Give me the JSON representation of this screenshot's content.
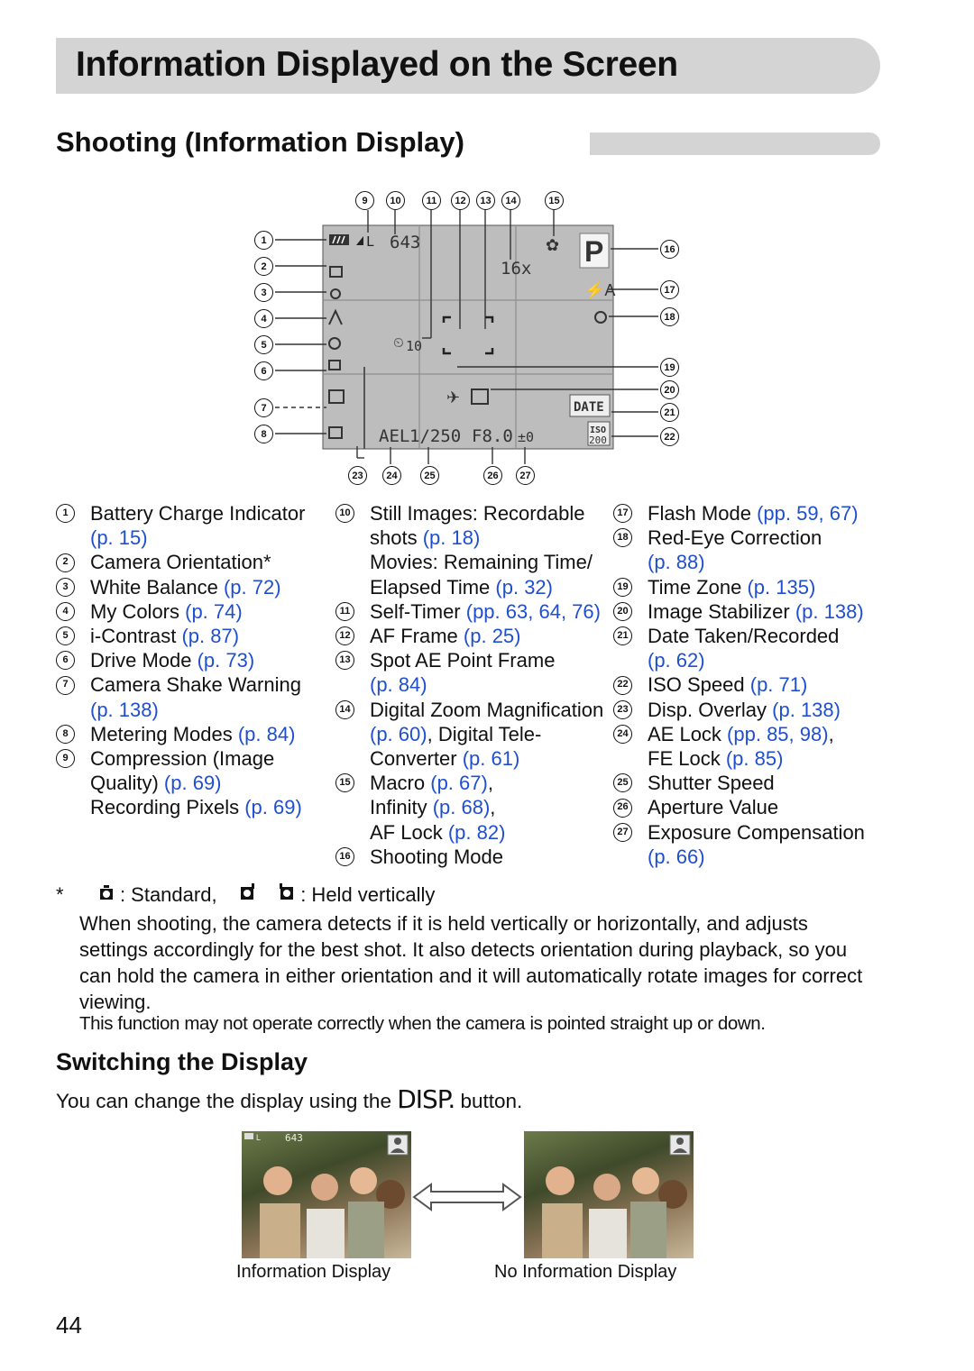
{
  "page_title": "Information Displayed on the Screen",
  "section_title": "Shooting (Information Display)",
  "diagram": {
    "top_numbers": [
      "9",
      "10",
      "11",
      "12",
      "13",
      "14",
      "15"
    ],
    "left_numbers": [
      "1",
      "2",
      "3",
      "4",
      "5",
      "6",
      "7",
      "8"
    ],
    "right_numbers": [
      "16",
      "17",
      "18",
      "19",
      "20",
      "21",
      "22"
    ],
    "bottom_numbers": [
      "23",
      "24",
      "25",
      "26",
      "27"
    ],
    "lcd": {
      "shots": "643",
      "quality": "L",
      "zoom": "16x",
      "mode": "P",
      "flash": "⚡A",
      "self_timer": "10",
      "date": "DATE",
      "iso_label": "ISO",
      "iso_value": "200",
      "ael": "AEL",
      "shutter": "1/250",
      "aperture": "F8.0",
      "exposure": "±0"
    }
  },
  "items": {
    "col1": [
      {
        "n": "1",
        "text": "Battery Charge Indicator",
        "ref": ""
      },
      {
        "n": "",
        "text": "",
        "ref": "(p. 15)"
      },
      {
        "n": "2",
        "text": "Camera Orientation*",
        "ref": ""
      },
      {
        "n": "3",
        "text": "White Balance ",
        "ref": "(p. 72)"
      },
      {
        "n": "4",
        "text": "My Colors ",
        "ref": "(p. 74)"
      },
      {
        "n": "5",
        "text": "i-Contrast ",
        "ref": "(p. 87)"
      },
      {
        "n": "6",
        "text": "Drive Mode ",
        "ref": "(p. 73)"
      },
      {
        "n": "7",
        "text": "Camera Shake Warning",
        "ref": ""
      },
      {
        "n": "",
        "text": "",
        "ref": "(p. 138)"
      },
      {
        "n": "8",
        "text": "Metering Modes ",
        "ref": "(p. 84)"
      },
      {
        "n": "9",
        "text": "Compression (Image",
        "ref": ""
      },
      {
        "n": "",
        "text": "Quality) ",
        "ref": "(p. 69)"
      },
      {
        "n": "",
        "text": "Recording Pixels ",
        "ref": "(p. 69)"
      }
    ],
    "col2": [
      {
        "n": "10",
        "text": "Still Images: Recordable",
        "ref": ""
      },
      {
        "n": "",
        "text": "shots ",
        "ref": "(p. 18)"
      },
      {
        "n": "",
        "text": "Movies: Remaining Time/",
        "ref": ""
      },
      {
        "n": "",
        "text": "Elapsed Time ",
        "ref": "(p. 32)"
      },
      {
        "n": "11",
        "text": "Self-Timer ",
        "ref": "(pp. 63, 64, 76)"
      },
      {
        "n": "12",
        "text": "AF Frame ",
        "ref": "(p. 25)"
      },
      {
        "n": "13",
        "text": "Spot AE Point Frame",
        "ref": ""
      },
      {
        "n": "",
        "text": "",
        "ref": "(p. 84)"
      },
      {
        "n": "14",
        "text": "Digital Zoom Magnification",
        "ref": ""
      },
      {
        "n": "",
        "text": "",
        "ref": "(p. 60)",
        "after": ", Digital Tele-"
      },
      {
        "n": "",
        "text": "Converter ",
        "ref": "(p. 61)"
      },
      {
        "n": "15",
        "text": "Macro ",
        "ref": "(p. 67)",
        "after": ","
      },
      {
        "n": "",
        "text": "Infinity ",
        "ref": "(p. 68)",
        "after": ","
      },
      {
        "n": "",
        "text": "AF Lock ",
        "ref": "(p. 82)"
      },
      {
        "n": "16",
        "text": "Shooting Mode",
        "ref": ""
      }
    ],
    "col3": [
      {
        "n": "17",
        "text": "Flash Mode ",
        "ref": "(pp. 59, 67)"
      },
      {
        "n": "18",
        "text": "Red-Eye Correction",
        "ref": ""
      },
      {
        "n": "",
        "text": "",
        "ref": "(p. 88)"
      },
      {
        "n": "19",
        "text": "Time Zone ",
        "ref": "(p. 135)"
      },
      {
        "n": "20",
        "text": "Image Stabilizer ",
        "ref": "(p. 138)"
      },
      {
        "n": "21",
        "text": "Date Taken/Recorded",
        "ref": ""
      },
      {
        "n": "",
        "text": "",
        "ref": "(p. 62)"
      },
      {
        "n": "22",
        "text": "ISO Speed ",
        "ref": "(p. 71)"
      },
      {
        "n": "23",
        "text": "Disp. Overlay ",
        "ref": "(p. 138)"
      },
      {
        "n": "24",
        "text": "AE Lock ",
        "ref": "(pp. 85, 98)",
        "after": ","
      },
      {
        "n": "",
        "text": "FE Lock ",
        "ref": "(p. 85)"
      },
      {
        "n": "25",
        "text": "Shutter Speed",
        "ref": ""
      },
      {
        "n": "26",
        "text": "Aperture Value",
        "ref": ""
      },
      {
        "n": "27",
        "text": "Exposure Compensation",
        "ref": ""
      },
      {
        "n": "",
        "text": "",
        "ref": "(p. 66)"
      }
    ]
  },
  "footnote": {
    "star": "*",
    "standard": ": Standard,",
    "held": ": Held vertically",
    "body": "When shooting, the camera detects if it is held vertically or horizontally, and adjusts settings accordingly for the best shot. It also detects orientation during playback, so you can hold the camera in either orientation and it will automatically rotate images for correct viewing.",
    "note": "This function may not operate correctly when the camera is pointed straight up or down."
  },
  "switch": {
    "title": "Switching the Display",
    "text_before": "You can change the display using the ",
    "disp": "DISP.",
    "text_after": " button.",
    "caption_left": "Information Display",
    "caption_right": "No Information Display",
    "thumb_shots": "643",
    "thumb_quality": "L"
  },
  "page_number": "44"
}
